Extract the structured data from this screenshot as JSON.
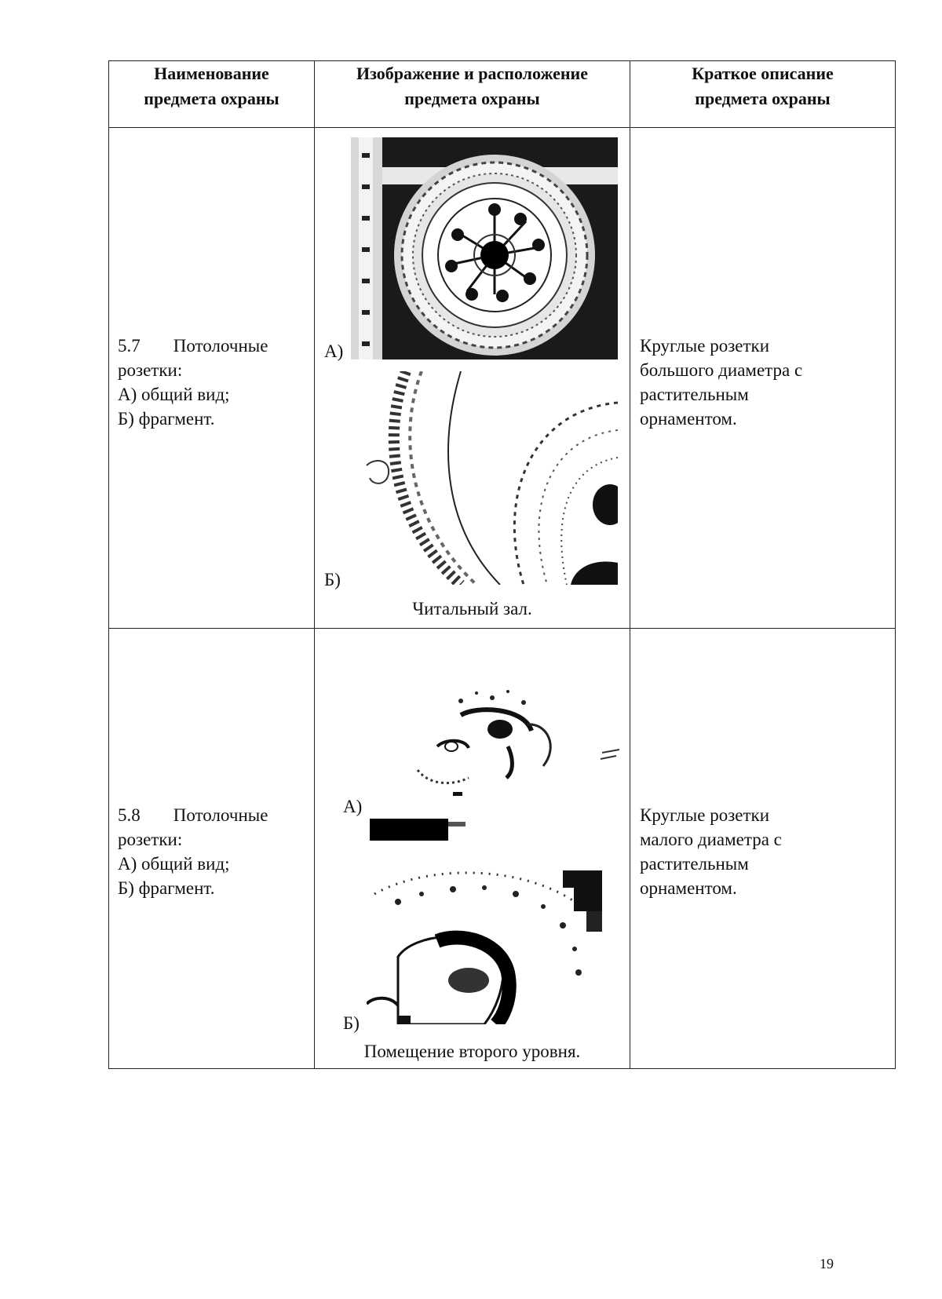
{
  "table": {
    "headers": [
      [
        "Наименование",
        "предмета охраны"
      ],
      [
        "Изображение и расположение",
        "предмета охраны"
      ],
      [
        "Краткое описание",
        "предмета охраны"
      ]
    ],
    "rows": [
      {
        "name_lines": [
          "5.7",
          "Потолочные",
          "розетки:",
          "А) общий вид;",
          "Б) фрагмент."
        ],
        "label_a": "А)",
        "label_b": "Б)",
        "caption": "Читальный зал.",
        "desc_lines": [
          "Круглые розетки",
          "большого диаметра с",
          "растительным",
          "орнаментом."
        ]
      },
      {
        "name_lines": [
          "5.8",
          "Потолочные",
          "розетки:",
          "А) общий вид;",
          "Б) фрагмент."
        ],
        "label_a": "А)",
        "label_b": "Б)",
        "caption": "Помещение второго уровня.",
        "desc_lines": [
          "Круглые розетки",
          "малого диаметра с",
          "растительным",
          "орнаментом."
        ]
      }
    ]
  },
  "page_number": "19"
}
